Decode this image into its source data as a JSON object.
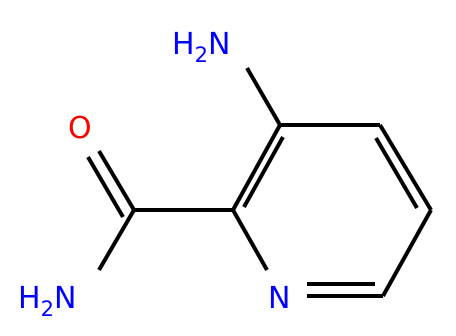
{
  "molecule": {
    "colors": {
      "carbon_bond": "#000000",
      "nitrogen": "#0000ff",
      "oxygen": "#ff0000",
      "background": "#ffffff"
    },
    "labels": {
      "amino_top": {
        "main": "H",
        "sub": "2",
        "tail": "N"
      },
      "carbonyl_oxygen": {
        "main": "O"
      },
      "amide_nitrogen": {
        "main": "H",
        "sub": "2",
        "tail": "N"
      },
      "ring_nitrogen": {
        "main": "N"
      }
    }
  }
}
